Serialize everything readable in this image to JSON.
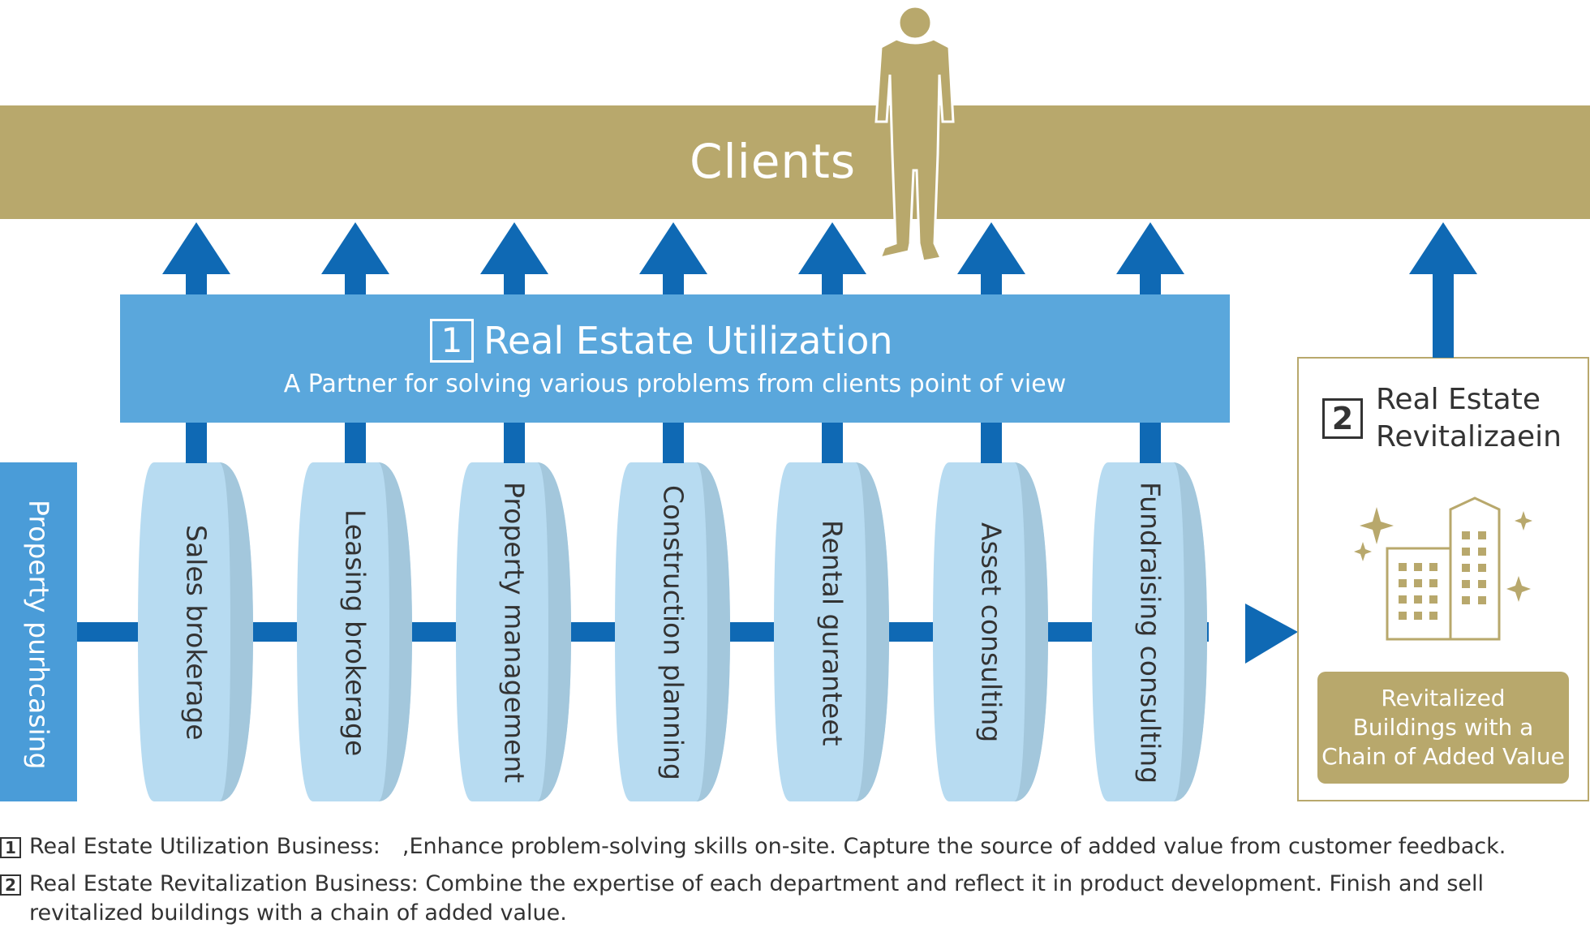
{
  "clients": {
    "label": "Clients"
  },
  "utilization": {
    "number": "1",
    "title": "Real Estate Utilization",
    "subtitle": "A Partner for solving various problems from clients point of view"
  },
  "purchasing": {
    "label": "Property purhcasing"
  },
  "stages": [
    {
      "label": "Sales brokerage"
    },
    {
      "label": "Leasing brokerage"
    },
    {
      "label": "Property management"
    },
    {
      "label": "Construction planning"
    },
    {
      "label": "Rental guranteet"
    },
    {
      "label": "Asset consulting"
    },
    {
      "label": "Fundraising  consulting"
    }
  ],
  "revitalization": {
    "number": "2",
    "title_line1": "Real Estate",
    "title_line2": "Revitalizaein",
    "icon": "building-sparkle-icon",
    "box_line1": "Revitalized",
    "box_line2": "Buildings with a",
    "box_line3": "Chain of Added Value"
  },
  "notes": [
    {
      "number": "1",
      "text": "Real Estate Utilization Business:　,Enhance problem-solving skills on-site. Capture the source of added value from customer feedback."
    },
    {
      "number": "2",
      "text": "Real Estate Revitalization Business: Combine the expertise of each department and reflect it in product development. Finish and sell revitalized buildings with a chain of added value."
    }
  ],
  "colors": {
    "gold": "#b8a86c",
    "blue_dark": "#0f69b4",
    "blue_band": "#5aa7dc",
    "drum_face": "#b7dbf1",
    "drum_side": "#a3c7dc",
    "purchasing": "#4a9cd8",
    "bg": "#ffffff"
  }
}
